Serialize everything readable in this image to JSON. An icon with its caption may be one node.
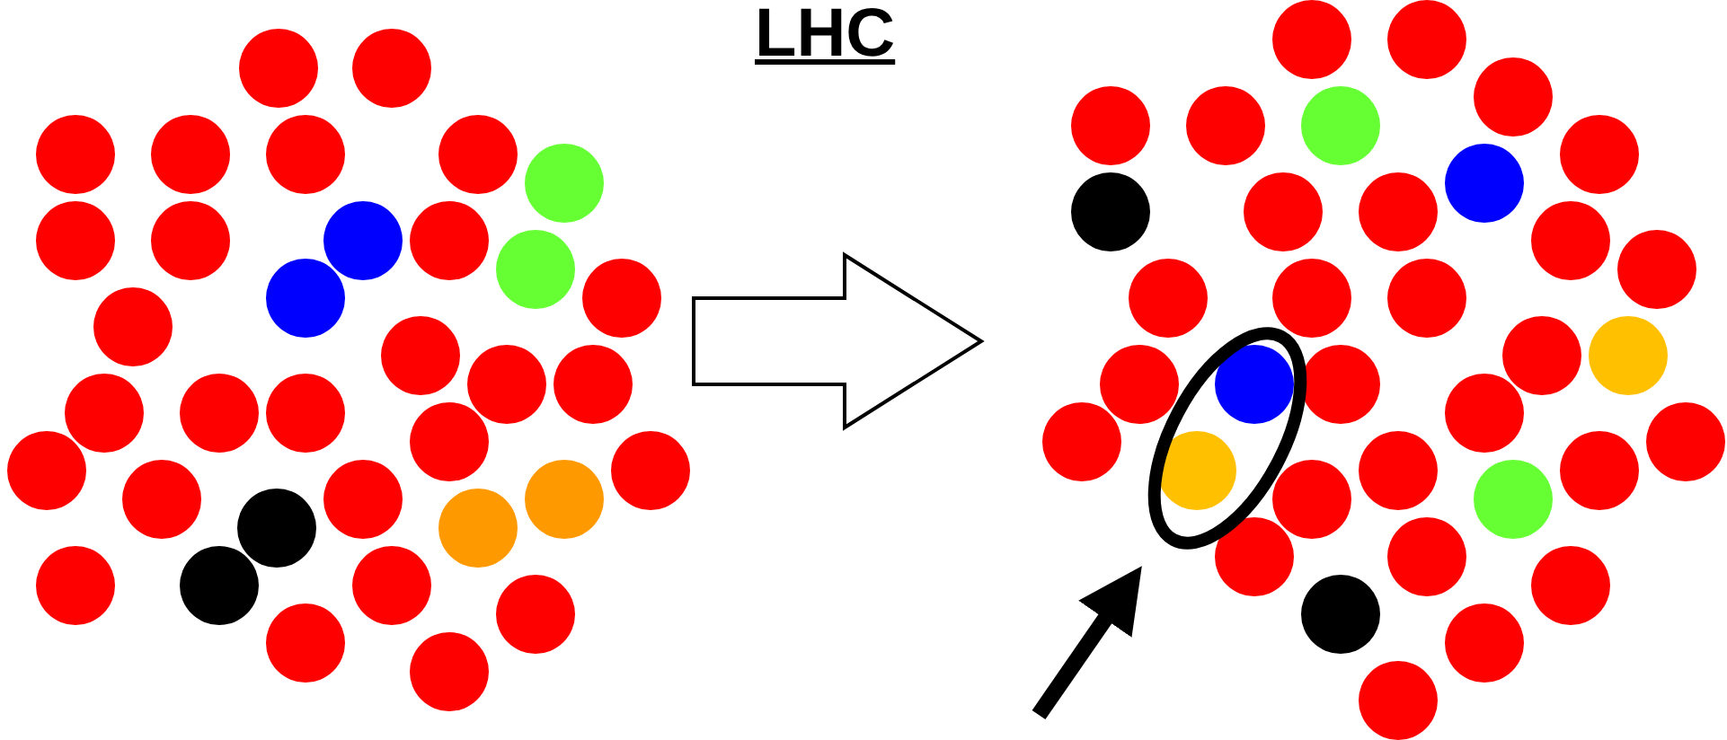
{
  "diagram": {
    "title": "LHC",
    "nodes": [
      {
        "text": [],
        "shape": "picture"
      },
      {
        "text": [],
        "shape": "picture"
      },
      {
        "text": [],
        "shape": "ellipse",
        "in": 1
      }
    ],
    "edges": [
      {
        "from": 0,
        "to": 1,
        "arrow": "to"
      },
      {
        "from": null,
        "to": 2,
        "arrow": "to"
      }
    ]
  }
}
